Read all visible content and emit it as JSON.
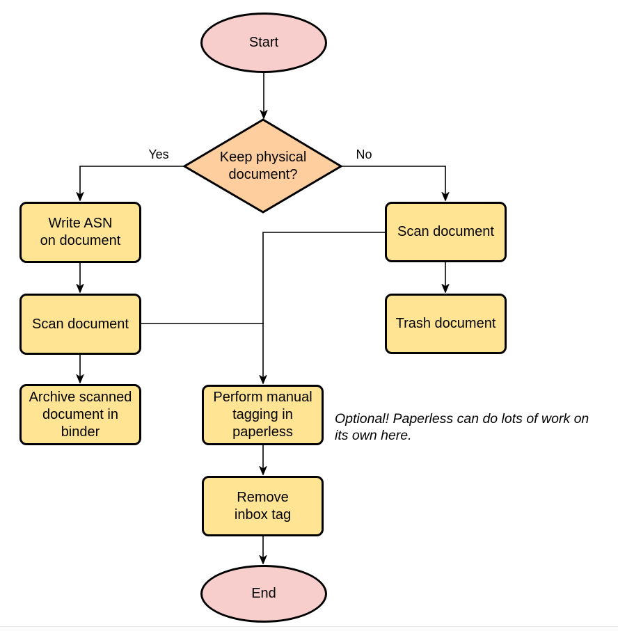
{
  "nodes": {
    "start": "Start",
    "decision": "Keep physical\ndocument?",
    "write_asn": "Write ASN\non document",
    "scan_left": "Scan document",
    "archive": "Archive scanned\ndocument in\nbinder",
    "scan_right": "Scan document",
    "trash": "Trash document",
    "perform_tagging": "Perform manual\ntagging in\npaperless",
    "remove_inbox": "Remove\ninbox tag",
    "end": "End"
  },
  "edge_labels": {
    "yes": "Yes",
    "no": "No"
  },
  "note": "Optional! Paperless can do lots of work on\nits own here.",
  "colors": {
    "terminal_fill": "#f8cecc",
    "decision_fill": "#ffce9e",
    "process_fill": "#ffe493",
    "stroke": "#000000"
  }
}
